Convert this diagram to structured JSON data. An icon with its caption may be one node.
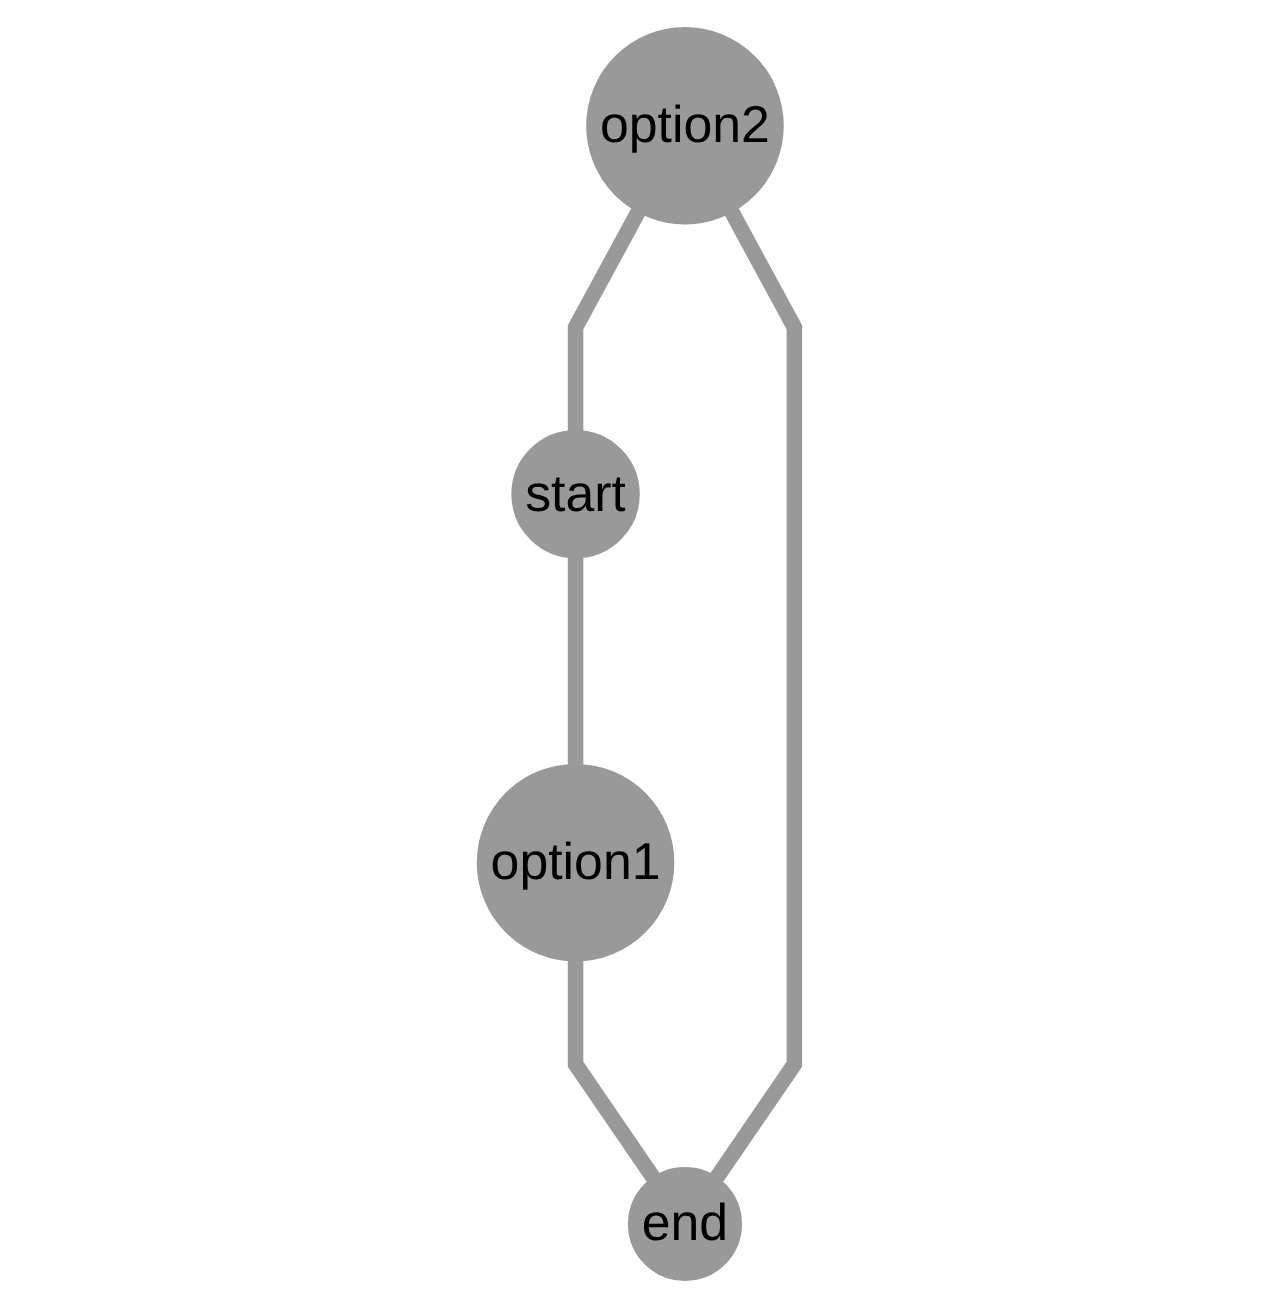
{
  "diagram": {
    "nodes": [
      {
        "text": [
          "option2"
        ]
      },
      {
        "text": [
          "start"
        ]
      },
      {
        "text": [
          "end"
        ]
      },
      {
        "text": [
          "option1"
        ]
      }
    ],
    "edges": [
      {
        "from": 0,
        "to": 1,
        "arrow": "none"
      },
      {
        "from": 1,
        "to": 3,
        "arrow": "none"
      },
      {
        "from": 3,
        "to": 2,
        "arrow": "none"
      },
      {
        "from": 2,
        "to": 0,
        "arrow": "none"
      }
    ]
  }
}
